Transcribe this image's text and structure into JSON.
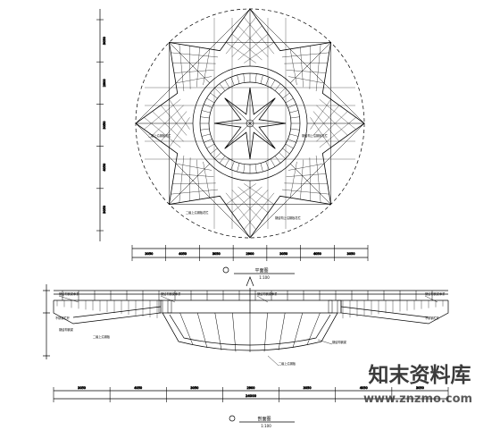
{
  "plan_title": "平面图",
  "plan_scale": "1:100",
  "section_title": "剖面图",
  "section_scale": "1:100",
  "plan_callouts": [
    "二级上沿钢板花栏",
    "钢结构上沿钢板花栏",
    "二级上沿钢板花栏",
    "钢结构上沿钢板花栏"
  ],
  "plan_dims_bottom": [
    "3050",
    "4050",
    "3050",
    "2900",
    "3050",
    "4050",
    "3050"
  ],
  "plan_dims_left": [
    "3050",
    "2900",
    "3050",
    "4050",
    "3050"
  ],
  "section_callouts": [
    "钢结构钢梁承重",
    "钢结构钢梁承重",
    "钢结构钢梁承重",
    "钢结构钢梁承重",
    "不锈钢栏杆",
    "不锈钢栏杆",
    "钢结构钢梁",
    "钢结构钢梁",
    "二级上沿钢板",
    "二级上沿钢板"
  ],
  "section_dims_bottom": [
    "3050",
    "4050",
    "3050",
    "2900",
    "3050",
    "4050",
    "3050"
  ],
  "section_dims_total": "24000",
  "watermark": {
    "name": "知末资料库",
    "url": "www.znzmo.com"
  }
}
